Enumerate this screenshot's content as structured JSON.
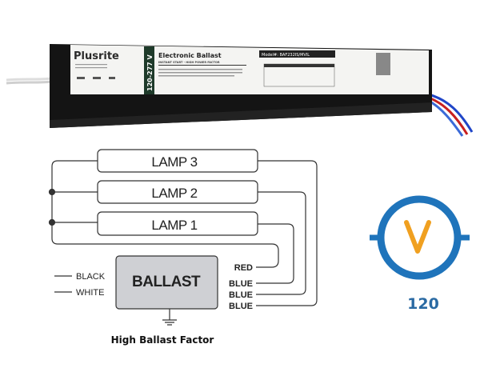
{
  "product": {
    "brand": "Plusrite",
    "voltage_label": "120-277 V",
    "title": "Electronic Ballast",
    "subtitle": "INSTANT START - HIGH POWER FACTOR",
    "model_label": "Model#: BAF232IS/MVIL",
    "wire_colors": {
      "left": "#e8e8e8",
      "right": [
        "#2046c8",
        "#c82020",
        "#3a6ad8"
      ]
    }
  },
  "diagram": {
    "lamps": [
      "LAMP 3",
      "LAMP 2",
      "LAMP 1"
    ],
    "ballast_label": "BALLAST",
    "input_wires": [
      "BLACK",
      "WHITE"
    ],
    "output_wires": [
      "RED",
      "BLUE",
      "BLUE",
      "BLUE"
    ],
    "caption": "High Ballast Factor"
  },
  "voltage_icon": {
    "letter": "V",
    "value": "120",
    "ring_color": "#1f74bb",
    "letter_color": "#f0a020"
  }
}
